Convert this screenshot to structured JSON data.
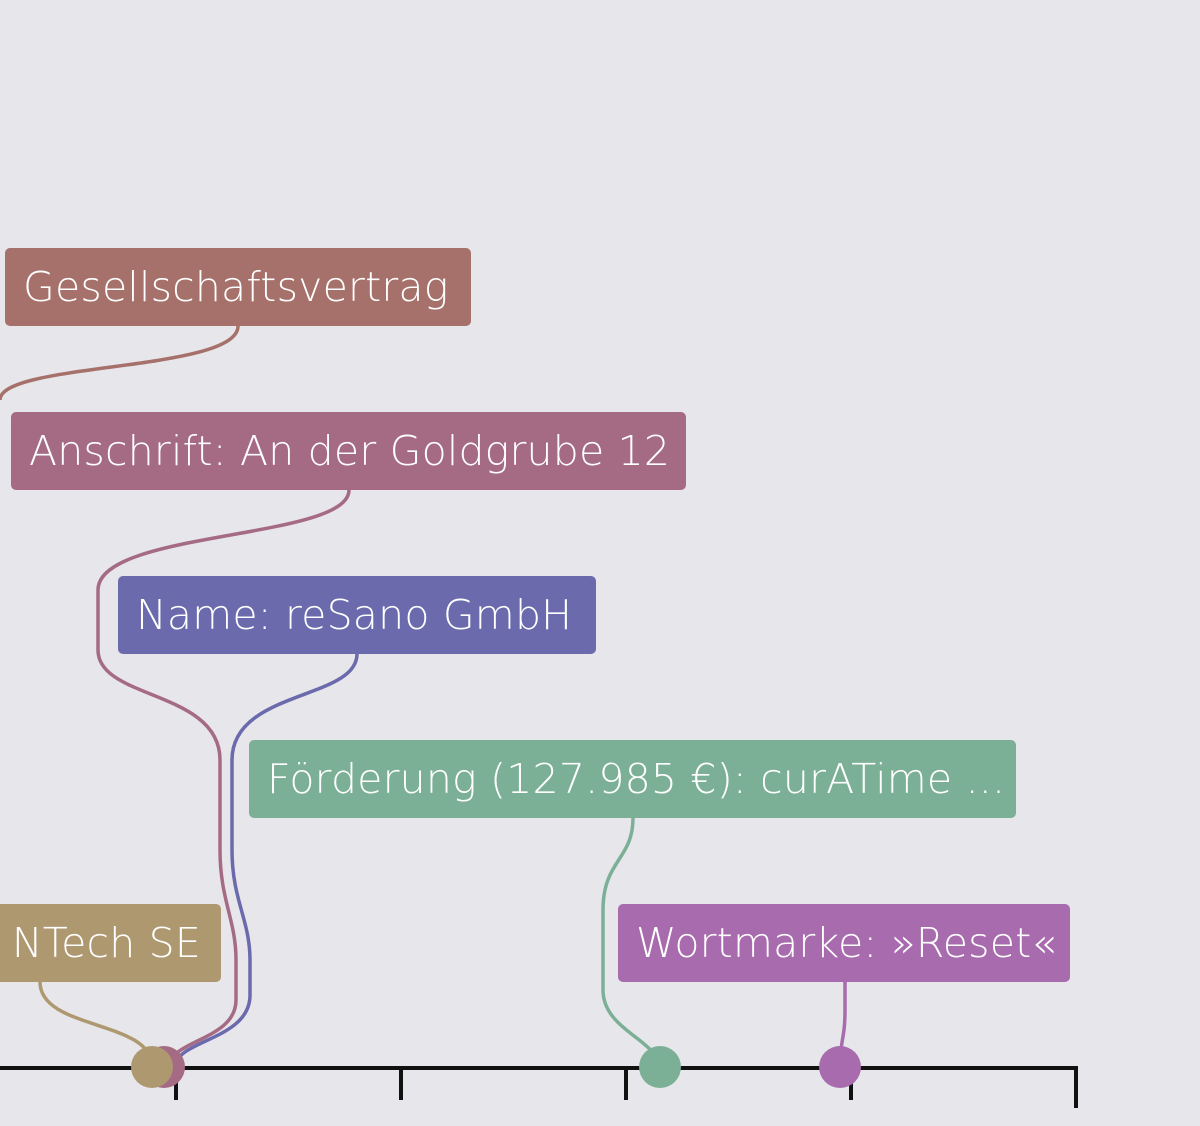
{
  "timeline": {
    "axis_color": "#111111",
    "events": [
      {
        "label": "Gesellschaftsvertrag",
        "color": "#a5716a"
      },
      {
        "label": "Anschrift: An der Goldgrube 12",
        "color": "#a56b85"
      },
      {
        "label": "Name: reSano GmbH",
        "color": "#6a6aad"
      },
      {
        "label": "Förderung (127.985 €): curATime ...",
        "color": "#7bb096"
      },
      {
        "label": "NTech SE",
        "color": "#ae9870"
      },
      {
        "label": "Wortmarke: »Reset«",
        "color": "#a86bad"
      }
    ]
  }
}
